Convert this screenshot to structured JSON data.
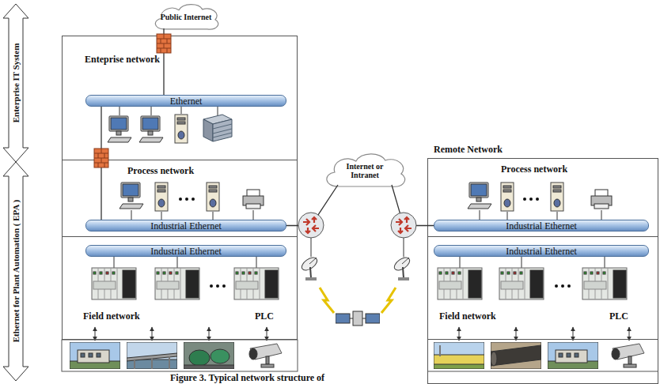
{
  "diagram": {
    "caption": "Figure 3. Typical network structure of",
    "nodes": [
      {
        "text": [
          "Public Internet"
        ]
      },
      {
        "text": [
          "Enteprise network"
        ]
      },
      {
        "text": [
          "Ethernet"
        ],
        "in": 1
      },
      {
        "text": [
          "Process network"
        ]
      },
      {
        "text": [
          "Industrial Ethernet"
        ],
        "in": 3
      },
      {
        "text": [
          "Field network"
        ]
      },
      {
        "text": [
          "Industrial Ethernet"
        ],
        "in": 5
      },
      {
        "text": [
          "Internet or Intranet"
        ]
      },
      {
        "text": [
          "Remote Network"
        ]
      },
      {
        "text": [
          "Process network"
        ],
        "in": 8
      },
      {
        "text": [
          "Industrial Ethernet"
        ],
        "in": 9
      },
      {
        "text": [
          "Field network"
        ],
        "in": 8
      },
      {
        "text": [
          "Industrial Ethernet"
        ],
        "in": 11
      }
    ],
    "edges": [
      {
        "from": 0,
        "to": 2,
        "arrow": "none"
      },
      {
        "from": 2,
        "to": 4,
        "arrow": "none"
      },
      {
        "from": 4,
        "to": 7,
        "arrow": "none"
      },
      {
        "from": 7,
        "to": 10,
        "arrow": "none"
      }
    ],
    "labels": [
      "Enterprise IT System",
      "Ethernet for Plant Automation ( EPA )",
      "PLC",
      "PLC"
    ]
  }
}
